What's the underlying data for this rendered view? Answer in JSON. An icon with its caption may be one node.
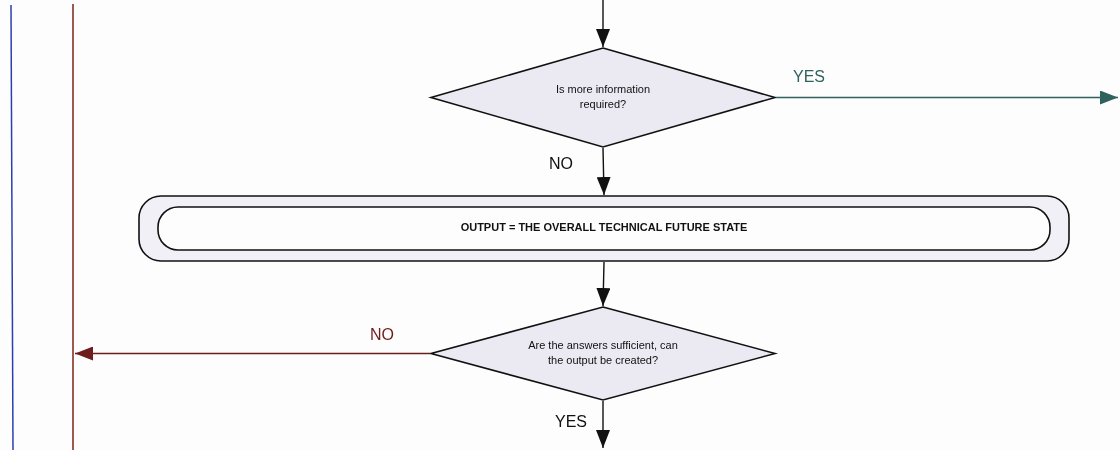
{
  "diagram": {
    "nodes": [
      {
        "text": [
          "Is more information required?"
        ]
      },
      {
        "text": [
          "OUTPUT = THE OVERALL TECHNICAL FUTURE STATE"
        ]
      },
      {
        "text": [
          "Are the answers sufficient, can the output be created?"
        ]
      },
      {
        "text": [],
        "shape": "bar"
      }
    ],
    "edges": [
      {
        "from": null,
        "to": 0,
        "arrow": "to"
      },
      {
        "from": 0,
        "to": null,
        "arrow": "to",
        "label": "YES",
        "color": "#2f625c"
      },
      {
        "from": 0,
        "to": 1,
        "arrow": "to",
        "label": "NO"
      },
      {
        "from": 1,
        "to": 2,
        "arrow": "to"
      },
      {
        "from": 2,
        "to": 3,
        "arrow": "to",
        "label": "NO",
        "color": "#6e1d1d"
      },
      {
        "from": 2,
        "to": null,
        "arrow": "to",
        "label": "YES"
      }
    ]
  }
}
